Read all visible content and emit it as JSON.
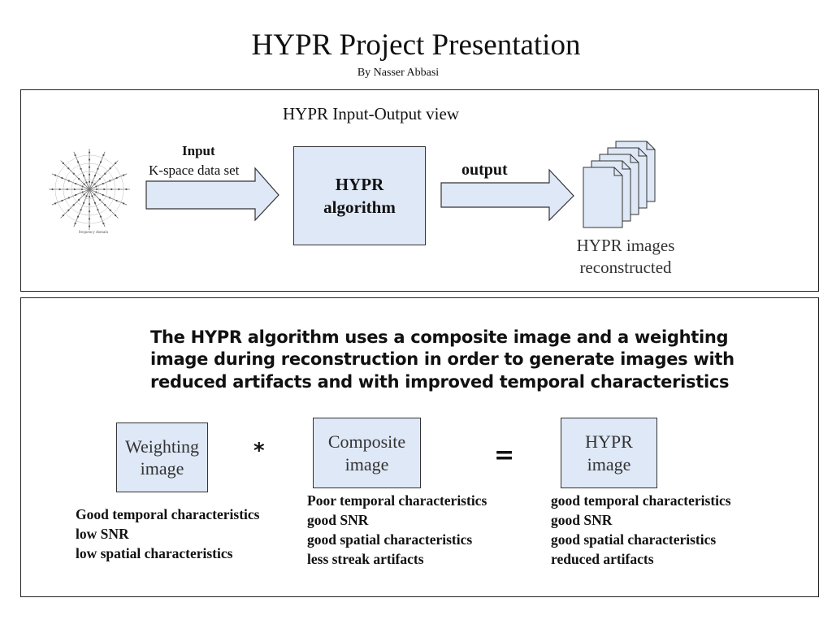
{
  "title": "HYPR Project Presentation",
  "subtitle": "By Nasser Abbasi",
  "io_view": {
    "heading": "HYPR Input-Output view",
    "input_label": "Input",
    "input_desc": "K-space data set",
    "kspace_caption": "frequency domain",
    "algorithm_label": "HYPR\nalgorithm",
    "output_label": "output",
    "images_caption": "HYPR images\nreconstructed"
  },
  "formula": {
    "statement": "The HYPR algorithm uses a composite image and a weighting image during reconstruction in order to generate images with reduced artifacts and with improved temporal characteristics",
    "weighting_box": "Weighting\nimage",
    "operator_multiply": "*",
    "composite_box": "Composite\nimage",
    "operator_equals": "=",
    "hypr_box": "HYPR\nimage",
    "weighting_props": [
      "Good temporal characteristics",
      "low SNR",
      "low spatial characteristics"
    ],
    "composite_props": [
      "Poor temporal characteristics",
      "good SNR",
      "good spatial characteristics",
      "less streak artifacts"
    ],
    "hypr_props": [
      "good temporal characteristics",
      "good SNR",
      "good spatial characteristics",
      "reduced artifacts"
    ]
  },
  "colors": {
    "box_fill": "#dfe8f6",
    "border": "#222222"
  }
}
